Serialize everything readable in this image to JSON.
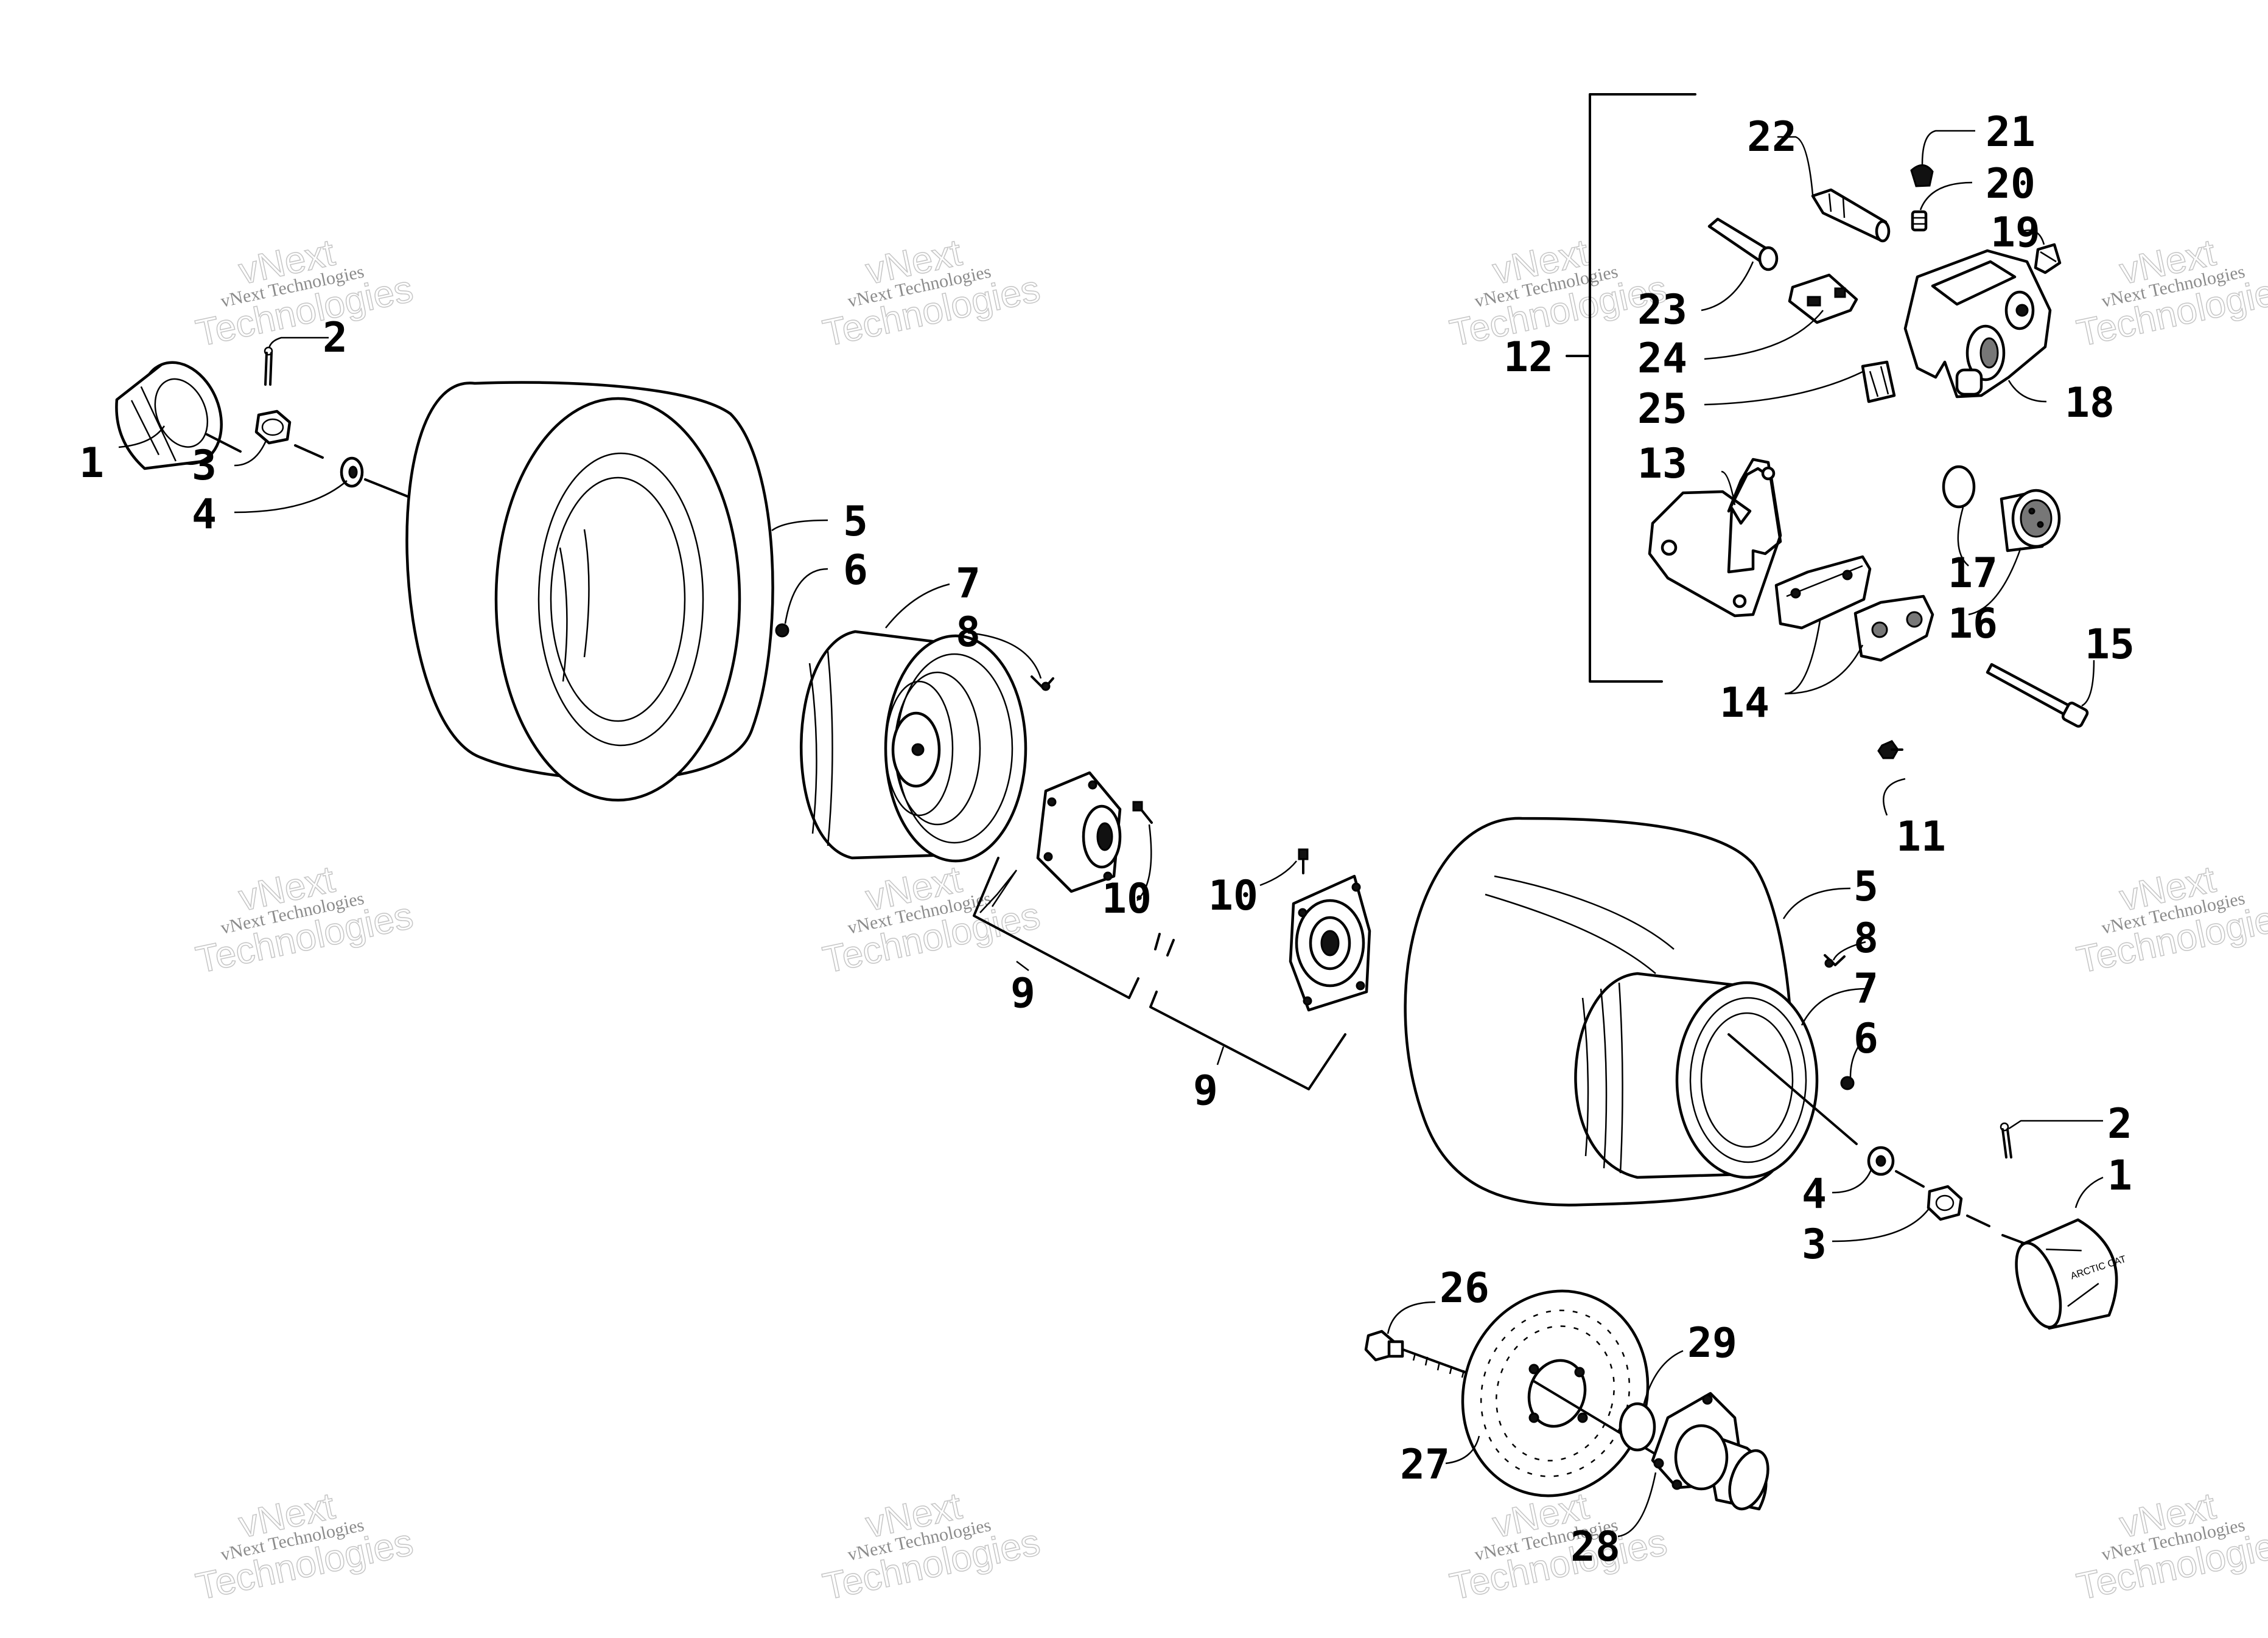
{
  "labels": [
    {
      "id": "label-1-left",
      "text": "1"
    },
    {
      "id": "label-2-left",
      "text": "2"
    },
    {
      "id": "label-3-left",
      "text": "3"
    },
    {
      "id": "label-4-left",
      "text": "4"
    },
    {
      "id": "label-5-left",
      "text": "5"
    },
    {
      "id": "label-6-left",
      "text": "6"
    },
    {
      "id": "label-7-left",
      "text": "7"
    },
    {
      "id": "label-8-left",
      "text": "8"
    },
    {
      "id": "label-10-left",
      "text": "10"
    },
    {
      "id": "label-9-left",
      "text": "9"
    },
    {
      "id": "label-10-center",
      "text": "10"
    },
    {
      "id": "label-9-center",
      "text": "9"
    },
    {
      "id": "label-11",
      "text": "11"
    },
    {
      "id": "label-5-right",
      "text": "5"
    },
    {
      "id": "label-8-right",
      "text": "8"
    },
    {
      "id": "label-7-right",
      "text": "7"
    },
    {
      "id": "label-6-right",
      "text": "6"
    },
    {
      "id": "label-2-right",
      "text": "2"
    },
    {
      "id": "label-1-right",
      "text": "1"
    },
    {
      "id": "label-4-right",
      "text": "4"
    },
    {
      "id": "label-3-right",
      "text": "3"
    },
    {
      "id": "label-12",
      "text": "12"
    },
    {
      "id": "label-13",
      "text": "13"
    },
    {
      "id": "label-14",
      "text": "14"
    },
    {
      "id": "label-15",
      "text": "15"
    },
    {
      "id": "label-16",
      "text": "16"
    },
    {
      "id": "label-17",
      "text": "17"
    },
    {
      "id": "label-18",
      "text": "18"
    },
    {
      "id": "label-19",
      "text": "19"
    },
    {
      "id": "label-20",
      "text": "20"
    },
    {
      "id": "label-21",
      "text": "21"
    },
    {
      "id": "label-22",
      "text": "22"
    },
    {
      "id": "label-23",
      "text": "23"
    },
    {
      "id": "label-24",
      "text": "24"
    },
    {
      "id": "label-25",
      "text": "25"
    },
    {
      "id": "label-26",
      "text": "26"
    },
    {
      "id": "label-27",
      "text": "27"
    },
    {
      "id": "label-28",
      "text": "28"
    },
    {
      "id": "label-29",
      "text": "29"
    }
  ],
  "watermark": {
    "line1": "vNext Technologies",
    "line2": "vNext",
    "line3": "Technologies"
  },
  "hub_cap_logo": "ARCTIC CAT",
  "colors": {
    "ink": "#000000",
    "paper": "#ffffff"
  }
}
